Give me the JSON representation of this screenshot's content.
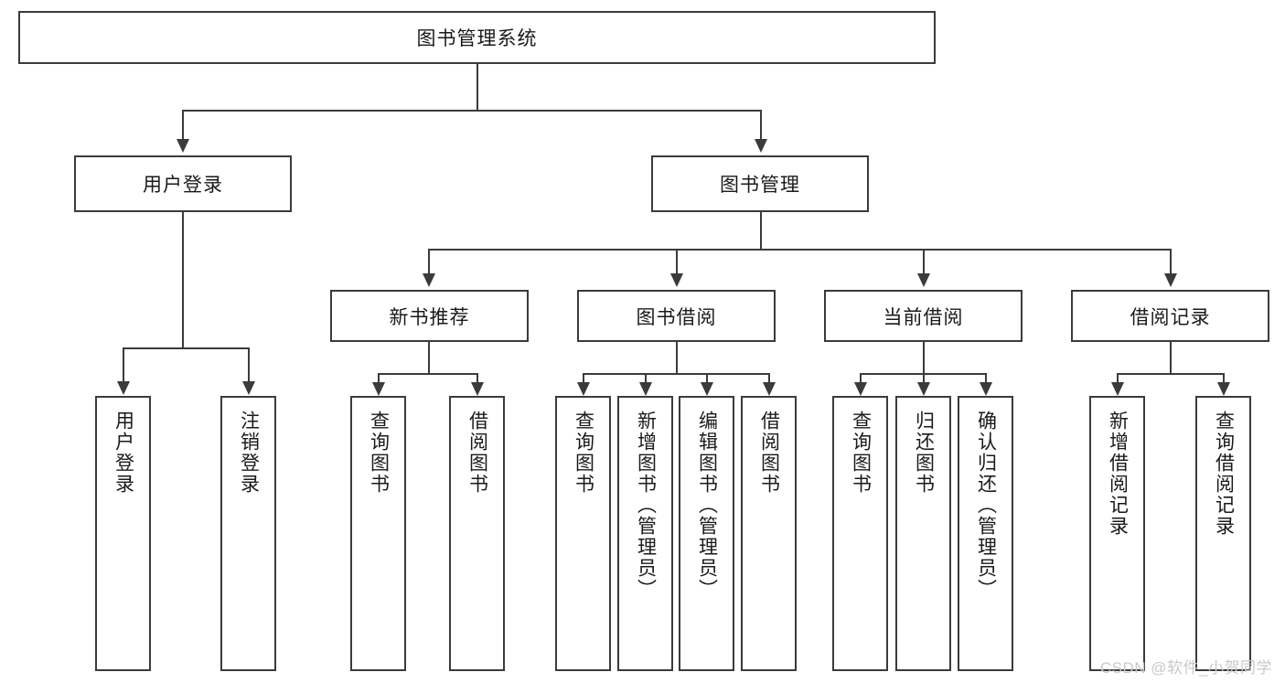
{
  "diagram": {
    "type": "tree-hierarchy-chart",
    "title": "图书管理系统",
    "levels": 4,
    "root": {
      "id": "root",
      "label": "图书管理系统"
    },
    "level2": [
      {
        "id": "user-login",
        "label": "用户登录"
      },
      {
        "id": "book-management",
        "label": "图书管理"
      }
    ],
    "level3": [
      {
        "id": "new-book-recommend",
        "label": "新书推荐",
        "parent": "book-management"
      },
      {
        "id": "book-borrow",
        "label": "图书借阅",
        "parent": "book-management"
      },
      {
        "id": "current-borrow",
        "label": "当前借阅",
        "parent": "book-management"
      },
      {
        "id": "borrow-record",
        "label": "借阅记录",
        "parent": "book-management"
      }
    ],
    "leaves": {
      "user-login": [
        {
          "id": "leaf-user-login",
          "label": "用户登录"
        },
        {
          "id": "leaf-logout",
          "label": "注销登录"
        }
      ],
      "new-book-recommend": [
        {
          "id": "leaf-query-book-1",
          "label": "查询图书"
        },
        {
          "id": "leaf-borrow-book-1",
          "label": "借阅图书"
        }
      ],
      "book-borrow": [
        {
          "id": "leaf-query-book-2",
          "label": "查询图书"
        },
        {
          "id": "leaf-add-book",
          "label": "新增图书（管理员）"
        },
        {
          "id": "leaf-edit-book",
          "label": "编辑图书（管理员）"
        },
        {
          "id": "leaf-borrow-book-2",
          "label": "借阅图书"
        }
      ],
      "current-borrow": [
        {
          "id": "leaf-query-book-3",
          "label": "查询图书"
        },
        {
          "id": "leaf-return-book",
          "label": "归还图书"
        },
        {
          "id": "leaf-confirm-return",
          "label": "确认归还（管理员）"
        }
      ],
      "borrow-record": [
        {
          "id": "leaf-add-record",
          "label": "新增借阅记录"
        },
        {
          "id": "leaf-query-record",
          "label": "查询借阅记录"
        }
      ]
    },
    "colors": {
      "stroke": "#3b3b3b",
      "fill": "#ffffff",
      "text": "#1a1a1a",
      "watermark": "#c9c9c9"
    }
  },
  "watermark": {
    "text": "CSDN @软件_小贺同学"
  }
}
